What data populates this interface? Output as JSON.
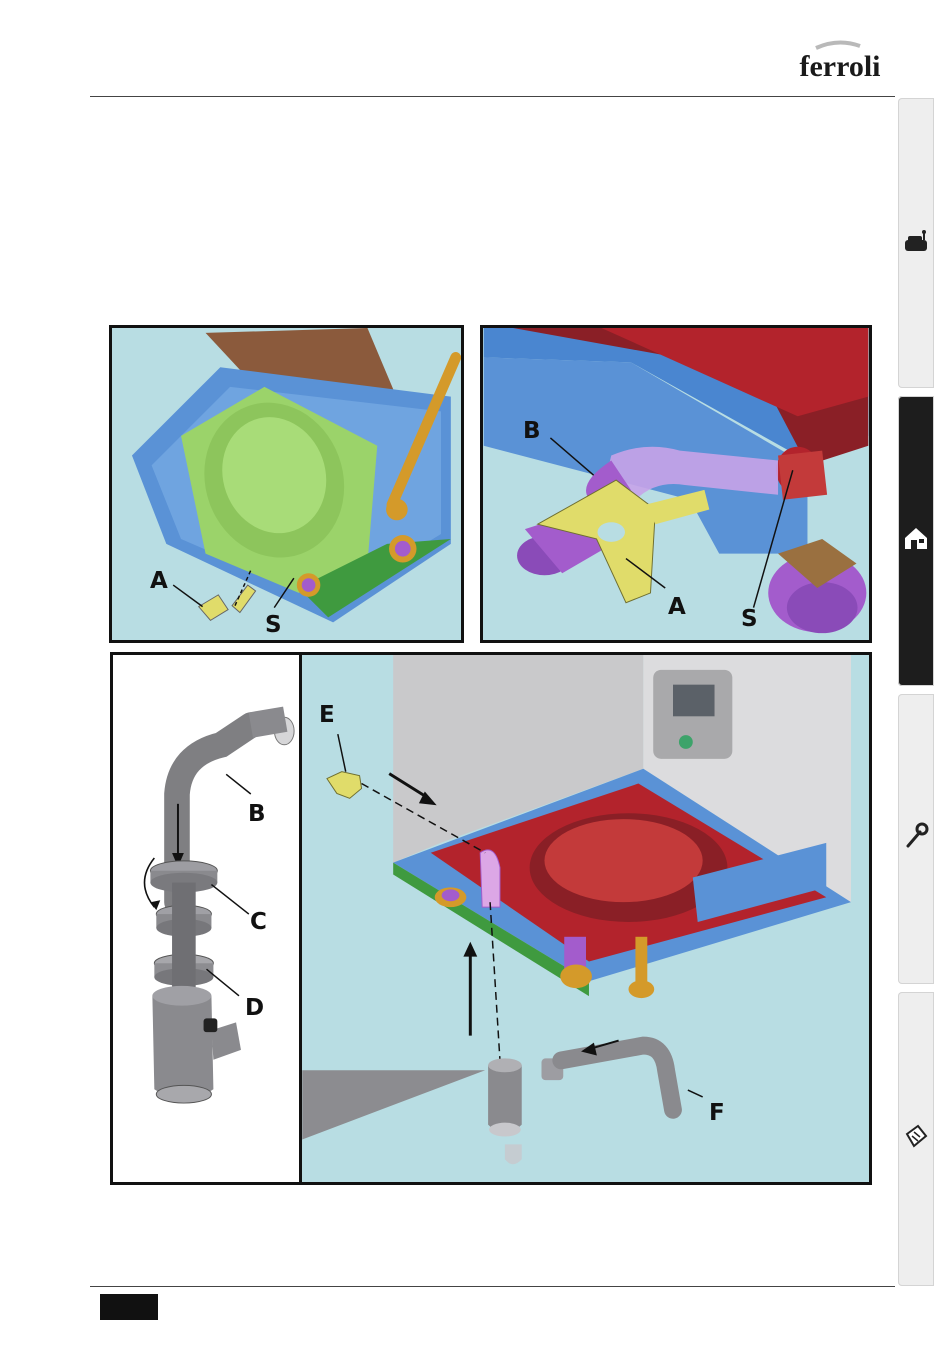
{
  "header": {
    "brand": "ferroli"
  },
  "side_tabs": [
    {
      "icon": "user-manual-icon",
      "active": false
    },
    {
      "icon": "installation-house-icon",
      "active": true
    },
    {
      "icon": "wrench-service-icon",
      "active": false
    },
    {
      "icon": "clipboard-specs-icon",
      "active": false
    }
  ],
  "figures": {
    "top_left": {
      "labels": {
        "a": "A",
        "s": "S"
      }
    },
    "top_right": {
      "labels": {
        "b": "B",
        "a": "A",
        "s": "S"
      }
    },
    "bottom_left": {
      "labels": {
        "b": "B",
        "c": "C",
        "d": "D"
      }
    },
    "bottom_right": {
      "labels": {
        "e": "E",
        "f": "F"
      }
    }
  },
  "colors": {
    "panel_bg": "#b8dde3",
    "frame_blue": "#5a92d6",
    "green_part": "#9bd36a",
    "red_part": "#b3232c",
    "purple_part": "#a35ccc",
    "brass": "#d49a2a",
    "gray_pipe": "#8a8a8e",
    "yellow_clip": "#e0dc6a"
  }
}
